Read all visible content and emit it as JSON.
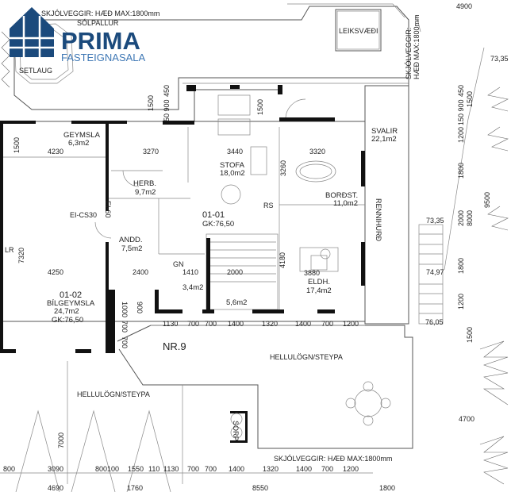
{
  "logo": {
    "name": "PRIMA",
    "subtitle": "FASTEIGNASALA",
    "color": "#1b4a7c",
    "accent": "#3f78b5"
  },
  "annotations": {
    "fence_top": "SKJÓLVEGGIR: HÆÐ MAX:1800mm",
    "fence_right_1": "SKJÓLVEGGIR:",
    "fence_right_2": "HÆÐ MAX:1800mm",
    "fence_bottom": "SKJÓLVEGGIR: HÆÐ MAX:1800mm",
    "deck": "SÓLPALLUR",
    "hot_tub": "SETLAUG",
    "play_area": "LEIKSVÆÐI",
    "fire_wall": "EI-60",
    "fire_door": "EI-CS30",
    "fireplace": "RS",
    "sliding_door": "RENNIHURÐ",
    "house_no": "NR.9",
    "paving_1": "HELLULÖGN/STEYPA",
    "paving_2": "HELLULÖGN/STEYPA",
    "bins": "SORP",
    "lr": "LR",
    "gn": "GN"
  },
  "units": {
    "u0101": {
      "id": "01-01",
      "gk": "GK:76,50"
    },
    "u0102": {
      "id": "01-02",
      "name": "BÍLGEYMSLA",
      "area": "24,7m2",
      "gk": "GK:76,50"
    }
  },
  "rooms": {
    "geymsla": {
      "name": "GEYMSLA",
      "area": "6,3m2"
    },
    "svalir": {
      "name": "SVALIR",
      "area": "22,1m2"
    },
    "stofa": {
      "name": "STOFA",
      "area": "18,0m2"
    },
    "herb": {
      "name": "HERB.",
      "area": "9,7m2"
    },
    "bordst": {
      "name": "BORÐST.",
      "area": "11,0m2"
    },
    "andd": {
      "name": "ANDD.",
      "area": "7,5m2"
    },
    "eldh": {
      "name": "ELDH.",
      "area": "17,4m2"
    },
    "wc": {
      "area": "3,4m2"
    },
    "stair": {
      "area": "5,6m2"
    }
  },
  "elevations": {
    "e1": "73,35",
    "e2": "73,35",
    "e3": "74,97",
    "e4": "76,05"
  },
  "dims": {
    "top_4900": "4900",
    "a1500": "1500",
    "a450": "450",
    "a50900": "50 900",
    "b1500": "1500",
    "r450": "450",
    "r1500": "1500",
    "r150900": "150 900",
    "r1200": "1200",
    "r1800": "1800",
    "r2000": "2000",
    "r8000": "8000",
    "r9500": "9500",
    "r1800b": "1800",
    "r1200b": "1200",
    "r1500b": "1500",
    "g1500": "1500",
    "h4230": "4230",
    "h3270": "3270",
    "h3440": "3440",
    "h3320": "3320",
    "v3260": "3260",
    "v7320": "7320",
    "h4250": "4250",
    "h2400": "2400",
    "h1410": "1410",
    "h2000": "2000",
    "h3880": "3880",
    "v4180": "4180",
    "v1000": "1000",
    "v900": "900",
    "v700a": "700",
    "v700b": "700",
    "row1": [
      "1130",
      "700",
      "700",
      "1400",
      "1320",
      "1400",
      "700",
      "1200"
    ],
    "v7000": "7000",
    "h4700": "4700",
    "row2": [
      "800",
      "3090",
      "800100",
      "1550",
      "110",
      "1130",
      "700",
      "700",
      "1400",
      "1320",
      "1400",
      "700",
      "1200"
    ],
    "row3": [
      "4690",
      "1760",
      "8550",
      "1800"
    ]
  }
}
